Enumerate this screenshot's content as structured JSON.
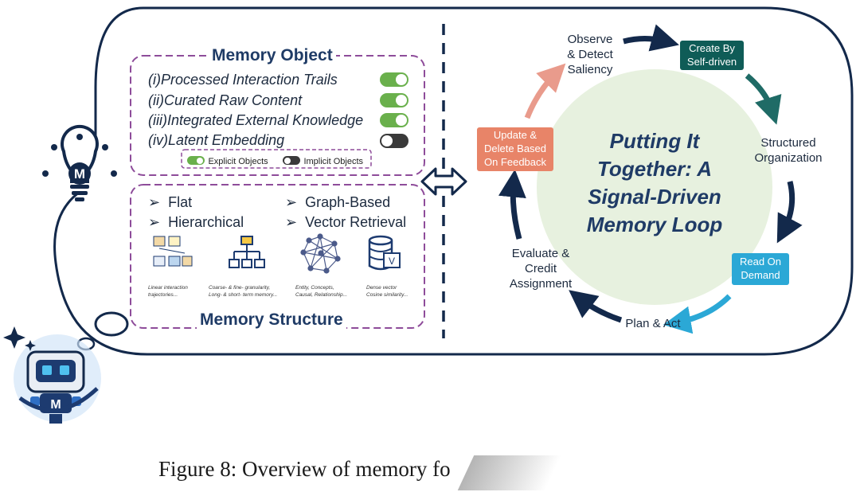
{
  "caption": "Figure 8: Overview of memory fo",
  "memory_object": {
    "title": "Memory Object",
    "items": [
      {
        "label": "(i)Processed Interaction Trails",
        "toggle": "on"
      },
      {
        "label": "(ii)Curated Raw Content",
        "toggle": "on"
      },
      {
        "label": "(iii)Integrated External Knowledge",
        "toggle": "on"
      },
      {
        "label": "(iv)Latent Embedding",
        "toggle": "off"
      }
    ],
    "legend": {
      "explicit": "Explicit Objects",
      "implicit": "Implicit Objects"
    }
  },
  "memory_structure": {
    "title": "Memory Structure",
    "types": [
      "Flat",
      "Graph-Based",
      "Hierarchical",
      "Vector Retrieval"
    ],
    "descriptions": [
      [
        "Linear interaction",
        "trajectories..."
      ],
      [
        "Coarse- & fine- granularity,",
        "Long- & short- term memory..."
      ],
      [
        "Entity, Concepts,",
        "Causal, Relationship..."
      ],
      [
        "Dense vector",
        "Cosine similarity..."
      ]
    ]
  },
  "loop": {
    "title_lines": [
      "Putting It",
      "Together: A",
      "Signal-Driven",
      "Memory Loop"
    ],
    "observe": [
      "Observe",
      "& Detect",
      "Saliency"
    ],
    "create": [
      "Create By",
      "Self-driven"
    ],
    "structured": [
      "Structured",
      "Organization"
    ],
    "read": [
      "Read On",
      "Demand"
    ],
    "plan": "Plan & Act",
    "evaluate": [
      "Evaluate &",
      "Credit",
      "Assignment"
    ],
    "update": [
      "Update &",
      "Delete Based",
      "On Feedback"
    ]
  },
  "colors": {
    "navy": "#13294b",
    "purple_dash": "#8e4c9a",
    "toggle_on": "#6ab04c",
    "toggle_off": "#3a3a3a",
    "center_circle": "#e7f1df",
    "create_box": "#0f5c57",
    "read_box": "#2ba8d6",
    "update_box": "#e88468",
    "arrow_teal": "#1f6b66",
    "arrow_cyan": "#2ba8d6",
    "arrow_pink": "#e99b8c"
  },
  "icons": [
    "lightbulb-m-icon",
    "robot-mascot-icon",
    "double-arrow-icon",
    "flat-memory-icon",
    "hierarchy-icon",
    "graph-network-icon",
    "vector-database-icon"
  ]
}
